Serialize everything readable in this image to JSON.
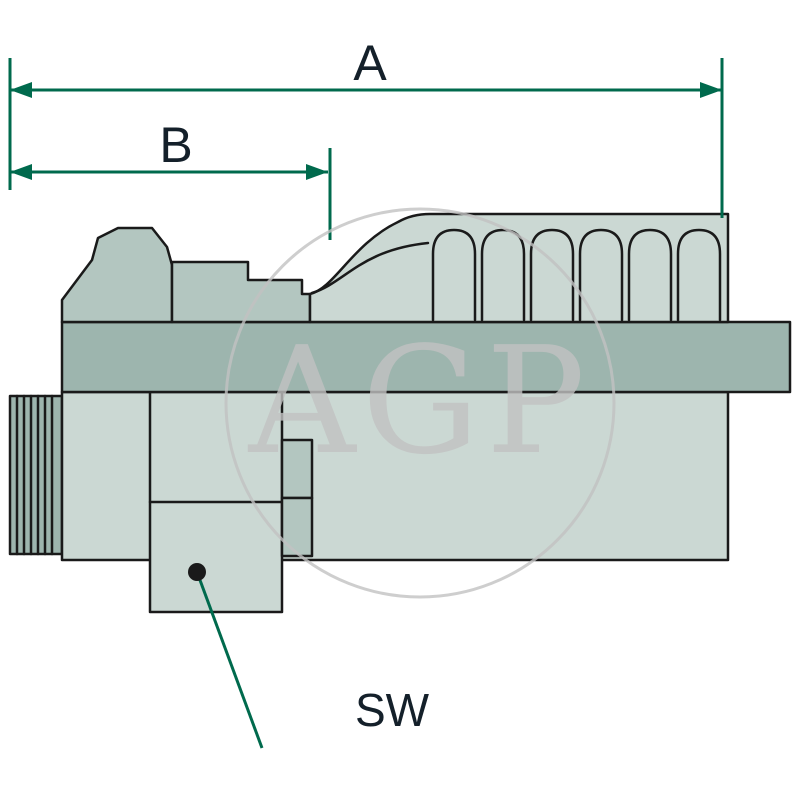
{
  "diagram": {
    "dimensions": {
      "a_label": "A",
      "b_label": "B",
      "sw_label": "SW"
    },
    "watermark": {
      "text": "AGP"
    },
    "colors": {
      "dimension": "#006a4d",
      "label": "#14202a",
      "outline": "#1a1a1a",
      "fill_light": "#cbd8d3",
      "fill_medium": "#b3c6c0",
      "fill_dark": "#9db5ae",
      "watermark": "#c2c2c2",
      "background": "#ffffff"
    }
  }
}
